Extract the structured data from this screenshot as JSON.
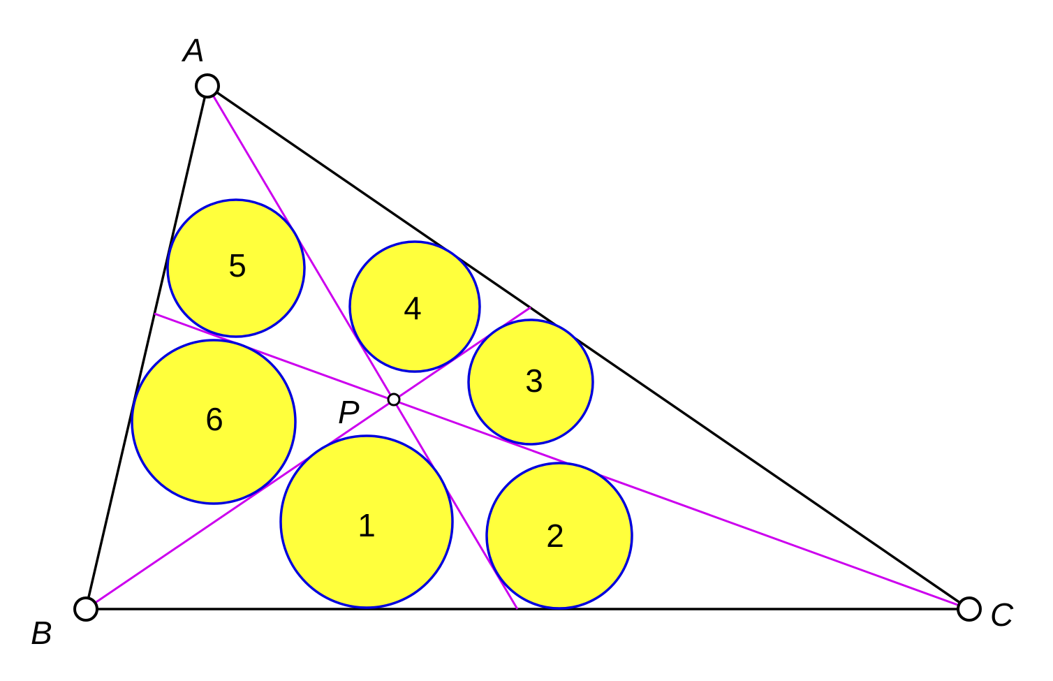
{
  "diagram": {
    "vertices": {
      "A": {
        "label": "A"
      },
      "B": {
        "label": "B"
      },
      "C": {
        "label": "C"
      },
      "P": {
        "label": "P"
      }
    },
    "circles": [
      {
        "label": "1"
      },
      {
        "label": "2"
      },
      {
        "label": "3"
      },
      {
        "label": "4"
      },
      {
        "label": "5"
      },
      {
        "label": "6"
      }
    ],
    "colors": {
      "sides": "#000000",
      "cevians": "#cc00ee",
      "circle_fill": "#ffff3c",
      "circle_stroke": "#0000dd"
    }
  }
}
